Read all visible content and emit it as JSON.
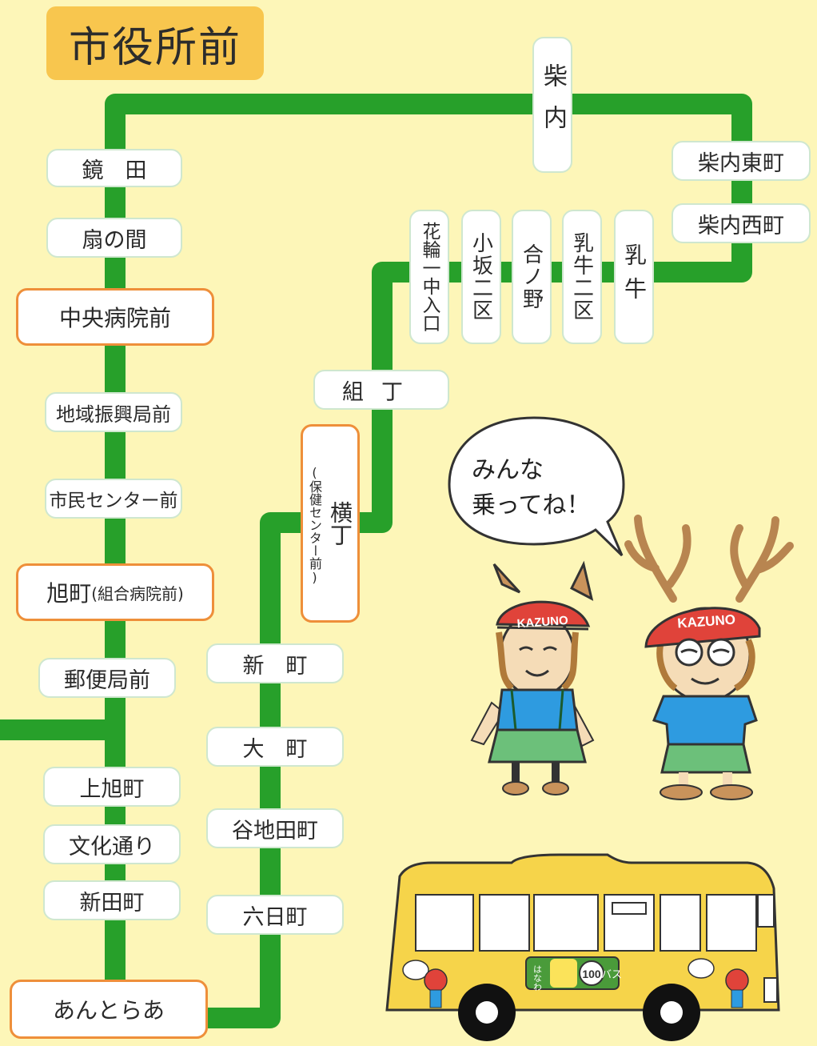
{
  "title": "市役所前",
  "stops": {
    "kagamida": "鏡　田",
    "oginoma": "扇の間",
    "chuo_byoin": "中央病院前",
    "chiiki_shinko": "地域振興局前",
    "shimin_center": "市民センター前",
    "asahimachi": "旭町",
    "asahimachi_note": "(組合病院前)",
    "yubinkyoku": "郵便局前",
    "kami_asahi": "上旭町",
    "bunka_dori": "文化通り",
    "shinden": "新田町",
    "antoraa": "あんとらあ",
    "shibanai": "柴内",
    "shibanai_higashi": "柴内東町",
    "shibanai_nishi": "柴内西町",
    "nyugyu": "乳牛",
    "nyugyu_niku": "乳牛二区",
    "gounono": "合ノ野",
    "kosaka_niku": "小坂二区",
    "hanawa_ichuiriguchi": "花輪一中入口",
    "kumicho": "組丁",
    "yokocho": "横丁",
    "yokocho_note": "(保健センター前)",
    "shinmachi": "新　町",
    "omachi": "大　町",
    "yachidamachi": "谷地田町",
    "muikamachi": "六日町"
  },
  "speech": [
    "みんな",
    "乗ってね！"
  ],
  "mascot_cap_text": "KAZUNO",
  "bus": {
    "band_text": "はなわ",
    "number": "100",
    "suffix": "バス"
  },
  "colors": {
    "background": "#fdf6b8",
    "route": "#27a02a",
    "title_box": "#f8c64e",
    "major_stop_border": "#ee8f3a",
    "bus_body": "#f6d44a"
  }
}
